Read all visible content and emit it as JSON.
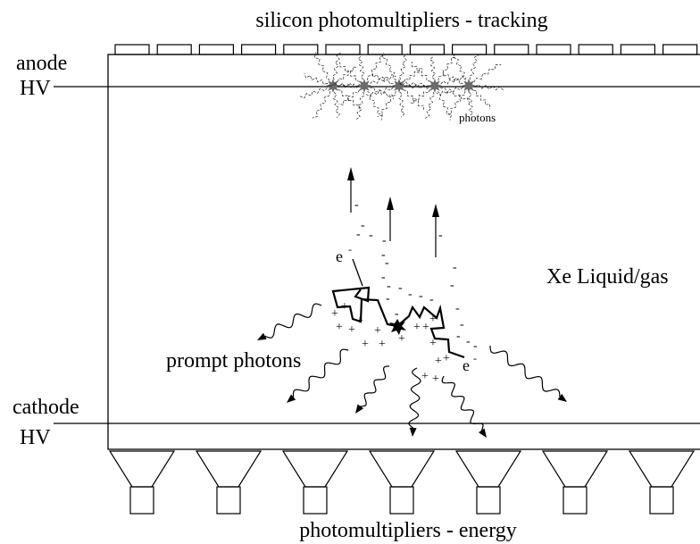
{
  "labels": {
    "top_title": "silicon photomultipliers - tracking",
    "bottom_title": "photomultipliers - energy",
    "anode": "anode",
    "anode_hv": "HV",
    "cathode": "cathode",
    "cathode_hv": "HV",
    "medium": "Xe Liquid/gas",
    "prompt_photons": "prompt photons",
    "photons_small": "photons",
    "electron_1": "e",
    "electron_2": "e",
    "electron_charge_1": "-",
    "electron_charge_2": "-"
  },
  "charges": {
    "minus": "-",
    "plus": "+"
  },
  "colors": {
    "ink": "#000000",
    "photon_star": "#6b6b6b"
  }
}
